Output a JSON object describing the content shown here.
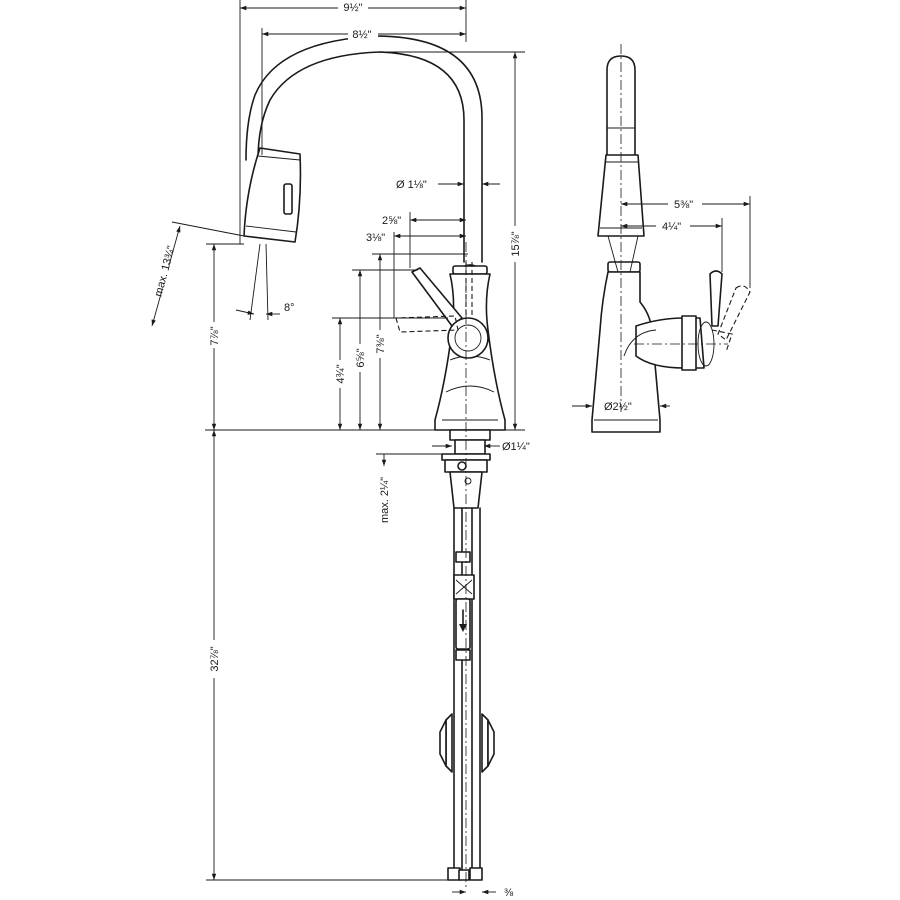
{
  "drawing": {
    "front_view": {
      "width_overall": "9½\"",
      "spout_reach": "8½\"",
      "total_height": "15⅞\"",
      "spout_diameter": "Ø 1⅛\"",
      "handle_offset_a": "2⅝\"",
      "handle_offset_b": "3⅛\"",
      "spray_head_height": "max. 13¾\"",
      "spray_angle": "8°",
      "spout_outlet_height": "7⅞\"",
      "handle_height_a": "4¾\"",
      "handle_height_b": "6⅝\"",
      "handle_height_c": "7⅜\"",
      "mounting_diameter": "Ø1¼\"",
      "deck_thickness": "max. 2¼\"",
      "hose_length": "32⅞\"",
      "connection_size": "⅜"
    },
    "side_view": {
      "handle_reach_a": "5⅜\"",
      "handle_reach_b": "4¼\"",
      "base_diameter": "Ø2½\""
    }
  }
}
